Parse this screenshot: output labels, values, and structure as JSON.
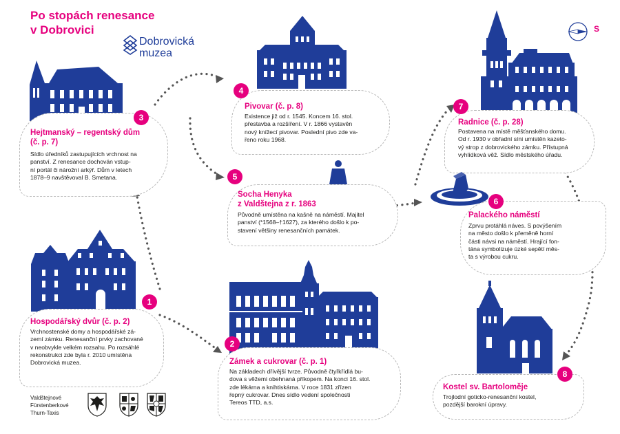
{
  "header": {
    "title": "Po stopách renesance\nv Dobrovici",
    "museum_line1": "Dobrovická",
    "museum_line2": "muzea"
  },
  "compass": {
    "label": "S"
  },
  "colors": {
    "accent": "#e6007e",
    "building": "#1f3d99",
    "dots": "#555555"
  },
  "stops": [
    {
      "number": "1",
      "title": "Hospodářský dvůr (č. p. 2)",
      "text": [
        "Vrchnostenské domy a hospodářské zá-",
        "zemí zámku. Renesanční prvky zachované",
        "v neobvykle velkém rozsahu. Po rozsáhlé",
        "rekonstrukci zde byla r. 2010 umístěna",
        "Dobrovická muzea."
      ]
    },
    {
      "number": "2",
      "title": "Zámek a cukrovar (č. p. 1)",
      "text": [
        "Na základech dřívější tvrze. Původně čtyřkřídlá bu-",
        "dova s věžemi obehnaná příkopem. Na konci 16. stol.",
        "zde lékárna a knihtiskárna. V roce 1831 zřízen",
        "řepný cukrovar. Dnes sídlo vedení společnosti",
        "Tereos TTD, a.s."
      ]
    },
    {
      "number": "3",
      "title": "Hejtmanský – regentský dům (č. p. 7)",
      "title_lines": [
        "Hejtmanský – regentský dům",
        "(č. p. 7)"
      ],
      "text": [
        "Sídlo úředníků zastupujících vrchnost na",
        "panství. Z renesance dochován vstup-",
        "ní portál či nárožní arkýř. Dům v letech",
        "1878–9 navštěvoval B. Smetana."
      ]
    },
    {
      "number": "4",
      "title": "Pivovar (č. p. 8)",
      "text": [
        "Existence již od r. 1545. Koncem 16. stol.",
        "přestavba a rozšíření. V r. 1866 vystavěn",
        "nový knížecí pivovar. Poslední pivo zde va-",
        "řeno roku 1968."
      ]
    },
    {
      "number": "5",
      "title": "Socha Henyka z Valdštejna z r. 1863",
      "title_lines": [
        "Socha Henyka",
        "z Valdštejna z r. 1863"
      ],
      "text": [
        "Původně umístěna na kašně na náměstí. Majitel",
        "panství (*1568–†1627), za kterého došlo k po-",
        "stavení většiny renesančních památek."
      ]
    },
    {
      "number": "6",
      "title": "Palackého náměstí",
      "text": [
        "Zprvu protáhlá náves. S povýšením",
        "na město došlo k přeměně horní",
        "části návsi na náměstí. Hrající fon-",
        "tána symbolizuje úzké sepětí měs-",
        "ta s výrobou cukru."
      ]
    },
    {
      "number": "7",
      "title": "Radnice (č. p. 28)",
      "text": [
        "Postavena na místě měšťanského domu.",
        "Od r. 1930 v obřadní síni umístěn kazeto-",
        "vý strop z dobrovického zámku. Přístupná",
        "vyhlídková věž. Sídlo městského úřadu."
      ]
    },
    {
      "number": "8",
      "title": "Kostel sv. Bartoloměje",
      "text": [
        "Trojlodní goticko-renesanční kostel,",
        "pozdější barokní úpravy."
      ]
    }
  ],
  "footer": {
    "lines": [
      "Valdštejnové",
      "Fürstenberkové",
      "Thurn-Taxis"
    ]
  }
}
